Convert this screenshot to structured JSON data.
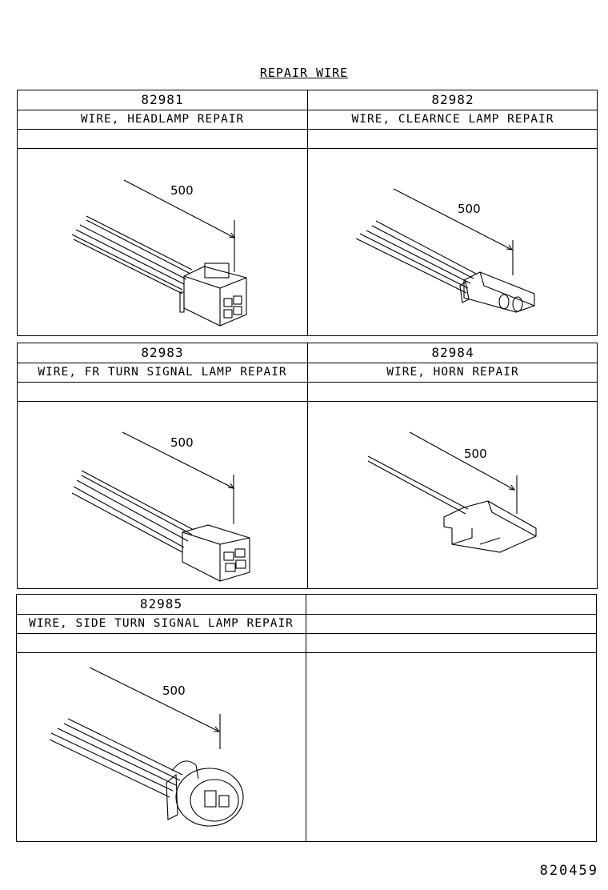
{
  "page_title": "REPAIR WIRE",
  "parts": [
    {
      "number": "82981",
      "name": "WIRE, HEADLAMP REPAIR",
      "length": "500"
    },
    {
      "number": "82982",
      "name": "WIRE, CLEARNCE LAMP REPAIR",
      "length": "500"
    },
    {
      "number": "82983",
      "name": "WIRE, FR TURN SIGNAL LAMP REPAIR",
      "length": "500"
    },
    {
      "number": "82984",
      "name": "WIRE, HORN REPAIR",
      "length": "500"
    },
    {
      "number": "82985",
      "name": "WIRE, SIDE TURN SIGNAL LAMP REPAIR",
      "length": "500"
    }
  ],
  "figure_code": "820459"
}
